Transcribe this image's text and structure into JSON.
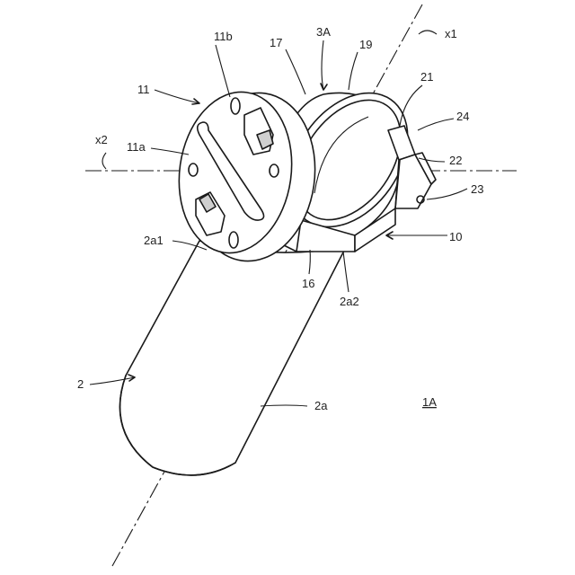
{
  "labels": {
    "x1": "x1",
    "x2": "x2",
    "n3A": "3A",
    "n17": "17",
    "n19": "19",
    "n11b": "11b",
    "n11": "11",
    "n11a": "11a",
    "n21": "21",
    "n24": "24",
    "n22": "22",
    "n23": "23",
    "n10": "10",
    "n2a1": "2a1",
    "n16": "16",
    "n2a2": "2a2",
    "n2": "2",
    "n2a": "2a",
    "n1A": "1A"
  }
}
